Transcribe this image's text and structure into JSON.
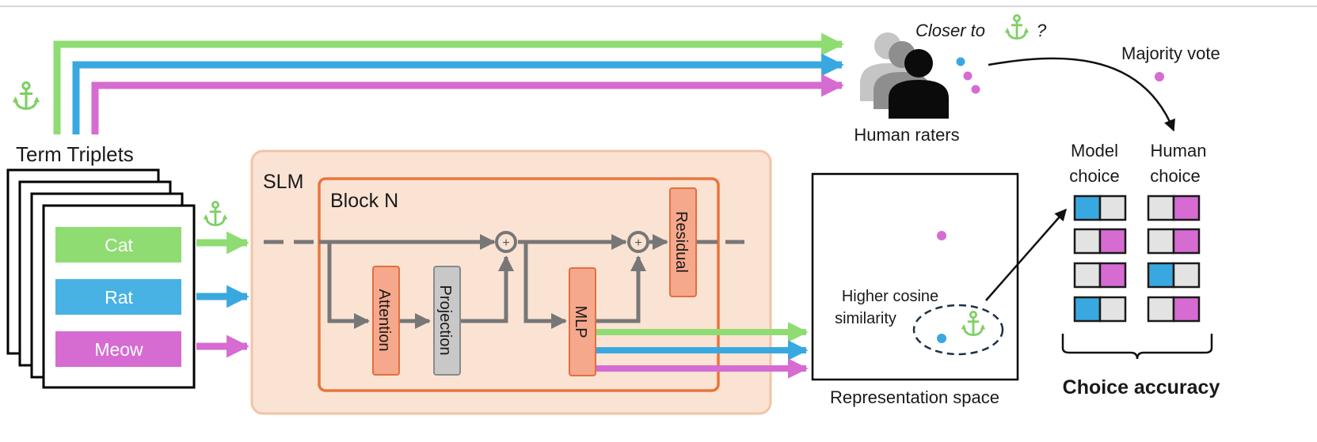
{
  "labels": {
    "term_triplets": "Term Triplets",
    "slm": "SLM",
    "block": "Block N",
    "attention": "Attention",
    "projection": "Projection",
    "mlp": "MLP",
    "residual": "Residual",
    "human_raters": "Human raters",
    "closer_to": "Closer to",
    "question_mark": "?",
    "majority_vote": "Majority vote",
    "model_choice": [
      "Model",
      "choice"
    ],
    "human_choice": [
      "Human",
      "choice"
    ],
    "cosine": [
      "Higher cosine",
      "similarity"
    ],
    "representation_space": "Representation space",
    "choice_accuracy": "Choice accuracy",
    "plus": "+"
  },
  "terms": [
    {
      "label": "Cat",
      "color": "#8fdc72"
    },
    {
      "label": "Rat",
      "color": "#47b2e3"
    },
    {
      "label": "Meow",
      "color": "#d66bd2"
    }
  ],
  "colors": {
    "green": "#8fdc72",
    "blue": "#3aa8e0",
    "magenta": "#d66bd2",
    "anchor": "#7fcf66",
    "slm_fill": "#fbe3d4",
    "slm_border": "#f2c3a6",
    "block_border": "#e8743b",
    "module_fill": "#f5a88c",
    "module_border": "#e0703e",
    "projection_fill": "#c8c8c8",
    "flow_gray": "#777777",
    "cell_gray": "#e3e3e3"
  },
  "icons": {
    "anchor": "anchor-icon",
    "person": "person-icon"
  },
  "choices": {
    "model": [
      [
        "blue",
        "gray"
      ],
      [
        "gray",
        "magenta"
      ],
      [
        "gray",
        "magenta"
      ],
      [
        "blue",
        "gray"
      ]
    ],
    "human": [
      [
        "gray",
        "magenta"
      ],
      [
        "gray",
        "magenta"
      ],
      [
        "blue",
        "gray"
      ],
      [
        "gray",
        "magenta"
      ]
    ]
  }
}
